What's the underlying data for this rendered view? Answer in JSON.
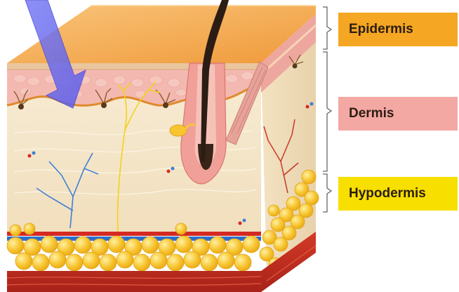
{
  "labels": {
    "epidermis": "Epidermis",
    "dermis": "Dermis",
    "hypodermis": "Hypodermis"
  },
  "colors": {
    "epidermis_label": "#f5a623",
    "dermis_label": "#f4a8a3",
    "hypodermis_label": "#f7df00",
    "epidermis_top": "#f6b35a",
    "epidermis_front": "#f4b8b0",
    "dermis": "#f5e6c8",
    "fat": "#f7c531",
    "muscle": "#c62d20",
    "artery": "#d42a22",
    "vein": "#2b6fd0",
    "nerve": "#f2d31a",
    "hair": "#2b1d14",
    "arrow": "#6f6ff0"
  }
}
